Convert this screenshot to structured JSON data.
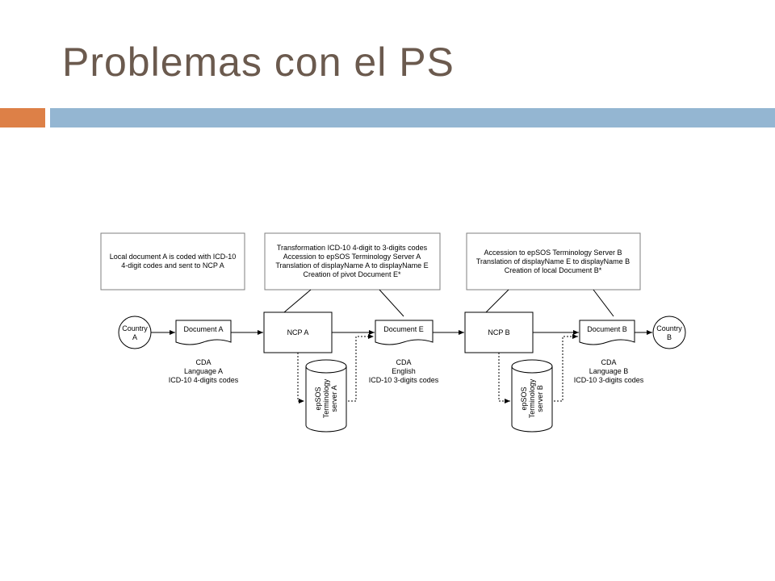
{
  "slide": {
    "title": "Problemas con el PS"
  },
  "diagram": {
    "notes": [
      [
        "Local document A is coded with ICD-10",
        "4-digit codes and sent to NCP A"
      ],
      [
        "Transformation ICD-10 4-digit to 3-digits codes",
        "Accession to epSOS Terminology Server A",
        "Translation of displayName A to displayName E",
        "Creation of pivot Document E*"
      ],
      [
        "Accession to epSOS Terminology Server B",
        "Translation of displayName E to displayName B",
        "Creation of local Document B*"
      ]
    ],
    "country_a": [
      "Country",
      "A"
    ],
    "country_b": [
      "Country",
      "B"
    ],
    "document_a": "Document A",
    "document_e": "Document E",
    "document_b": "Document B",
    "ncp_a": "NCP A",
    "ncp_b": "NCP B",
    "server_a": [
      "epSOS",
      "Terminology",
      "server A"
    ],
    "server_b": [
      "epSOS",
      "Terminology",
      "server B"
    ],
    "caption_a": [
      "CDA",
      "Language A",
      "ICD-10 4-digits codes"
    ],
    "caption_e": [
      "CDA",
      "English",
      "ICD-10 3-digits codes"
    ],
    "caption_b": [
      "CDA",
      "Language B",
      "ICD-10 3-digits codes"
    ]
  }
}
